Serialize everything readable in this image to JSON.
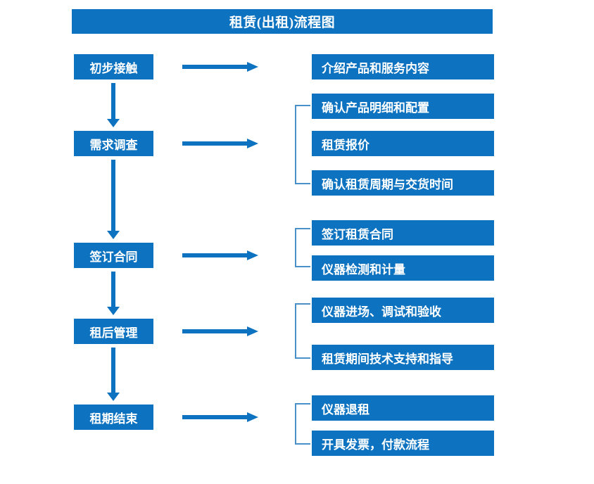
{
  "diagram": {
    "title": "租赁(出租)流程图",
    "colors": {
      "box_blue": "#0d72bf",
      "bracket_blue": "#4a90c8",
      "text_white": "#ffffff",
      "background": "#ffffff"
    },
    "stages": [
      {
        "id": "stage-1",
        "label": "初步接触",
        "details": [
          "介绍产品和服务内容"
        ],
        "bracketed": false
      },
      {
        "id": "stage-2",
        "label": "需求调查",
        "details": [
          "确认产品明细和配置",
          "租赁报价",
          "确认租赁周期与交货时间"
        ],
        "bracketed": true
      },
      {
        "id": "stage-3",
        "label": "签订合同",
        "details": [
          "签订租赁合同",
          "仪器检测和计量"
        ],
        "bracketed": true
      },
      {
        "id": "stage-4",
        "label": "租后管理",
        "details": [
          "仪器进场、调试和验收",
          "租赁期间技术支持和指导"
        ],
        "bracketed": true
      },
      {
        "id": "stage-5",
        "label": "租期结束",
        "details": [
          "仪器退租",
          "开具发票，付款流程"
        ],
        "bracketed": true
      }
    ],
    "arrows": {
      "horizontal_count": 5,
      "vertical_count": 4,
      "direction_horizontal": "right",
      "direction_vertical": "down"
    }
  }
}
